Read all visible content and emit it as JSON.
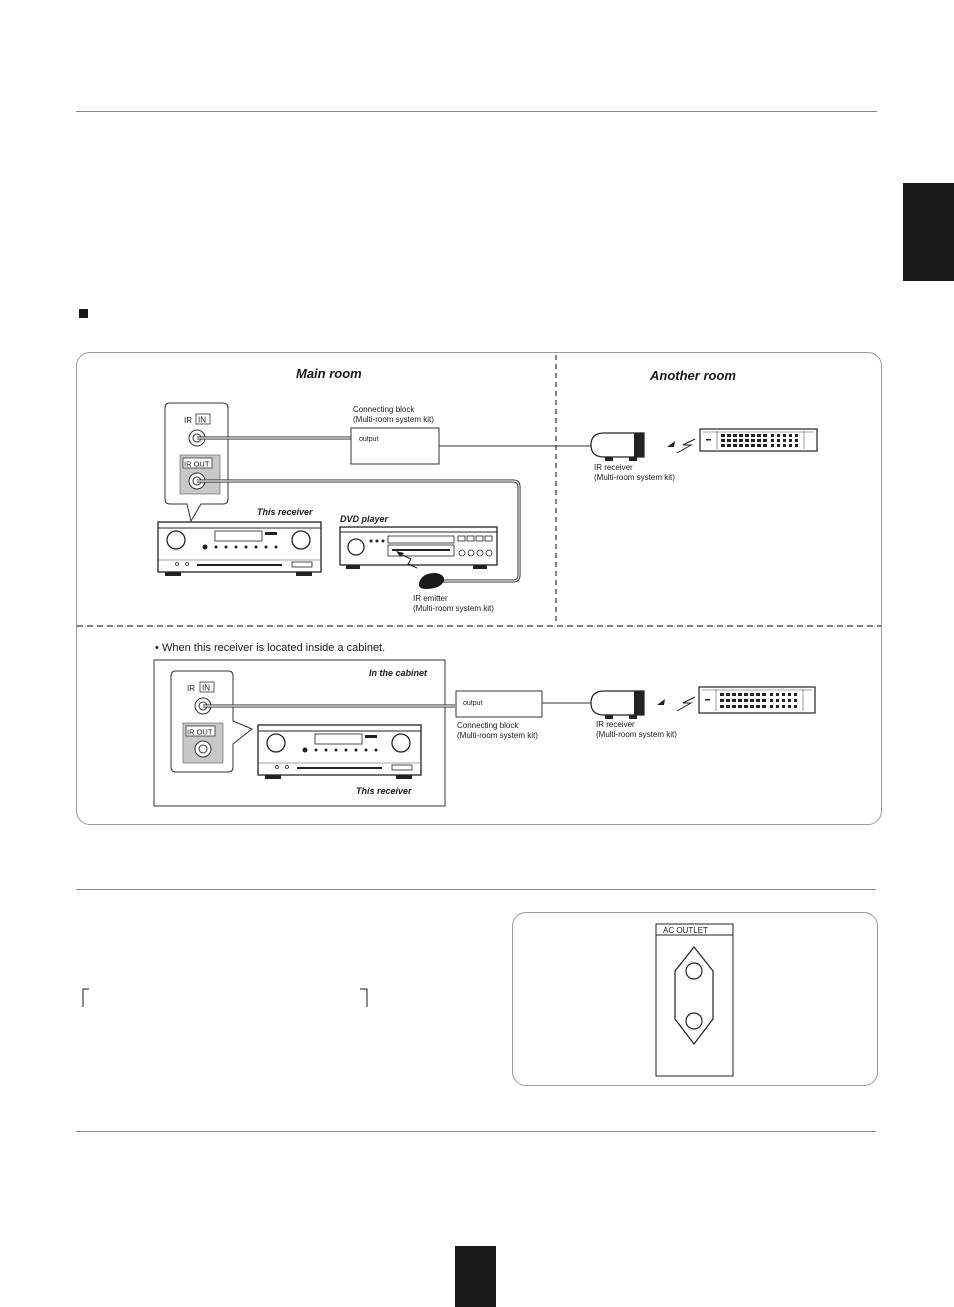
{
  "diagram": {
    "main_room_title": "Main  room",
    "another_room_title": "Another room",
    "ir_label": "IR",
    "in_label": "IN",
    "ir_out_label": "IR OUT",
    "connecting_block_line1": "Connecting block",
    "connecting_block_line2": "(Multi-room system kit)",
    "output_label": "output",
    "ir_receiver_line1": "IR receiver",
    "ir_receiver_line2": "(Multi-room system kit)",
    "this_receiver": "This receiver",
    "dvd_player": "DVD player",
    "ir_emitter_line1": "IR emitter",
    "ir_emitter_line2": "(Multi-room system kit)",
    "cabinet_note": "When this receiver is located inside a cabinet.",
    "in_the_cabinet": "In the cabinet"
  },
  "ac_outlet": {
    "label": "AC OUTLET"
  }
}
